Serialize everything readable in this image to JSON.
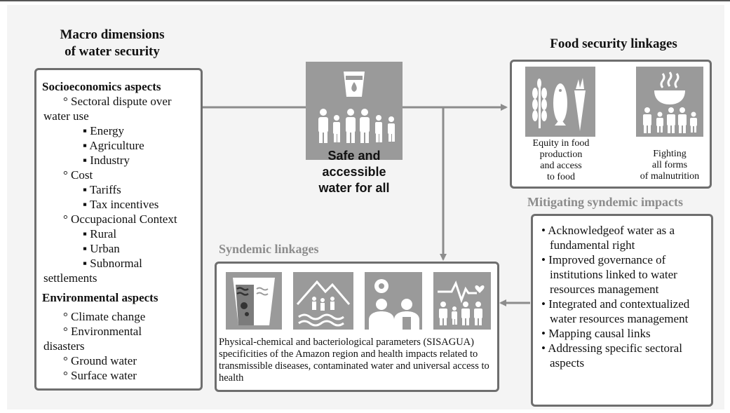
{
  "macro": {
    "heading_line1": "Macro dimensions",
    "heading_line2": "of water security",
    "socio_title": "Socioeconomics aspects",
    "socio_items": [
      {
        "text": "° Sectoral dispute over",
        "level": 1
      },
      {
        "text": "water use",
        "level": 0
      },
      {
        "text": "▪ Energy",
        "level": 2
      },
      {
        "text": "▪ Agriculture",
        "level": 2
      },
      {
        "text": "▪ Industry",
        "level": 2
      },
      {
        "text": "° Cost",
        "level": 1
      },
      {
        "text": "▪ Tariffs",
        "level": 2
      },
      {
        "text": "▪ Tax incentives",
        "level": 2
      },
      {
        "text": "° Occupacional Context",
        "level": 1
      },
      {
        "text": "▪ Rural",
        "level": 2
      },
      {
        "text": "▪ Urban",
        "level": 2
      },
      {
        "text": "▪ Subnormal",
        "level": 2
      },
      {
        "text": "settlements",
        "level": 0
      }
    ],
    "env_title": "Environmental aspects",
    "env_items": [
      {
        "text": "° Climate change",
        "level": 1
      },
      {
        "text": "° Environmental",
        "level": 1
      },
      {
        "text": "disasters",
        "level": 0
      },
      {
        "text": "° Ground water",
        "level": 1
      },
      {
        "text": "° Surface water",
        "level": 1
      }
    ]
  },
  "center": {
    "label_line1": "Safe and",
    "label_line2": "accessible",
    "label_line3": "water for all",
    "icon": "water-glass-family-icon"
  },
  "food": {
    "heading": "Food security linkages",
    "icon1": "grain-fish-carrot-icon",
    "caption1": [
      "Equity in food",
      "production",
      "and access",
      "to food"
    ],
    "icon2": "bowl-family-icon",
    "caption2": [
      "Fighting",
      "all forms",
      "of malnutrition"
    ]
  },
  "mitigating": {
    "heading": "Mitigating syndemic impacts",
    "items": [
      "• Acknowledgeof water as a fundamental right",
      "• Improved governance of institutions linked to water resources management",
      "• Integrated and contextualized water resources management",
      "• Mapping causal links",
      "• Addressing specific sectoral aspects"
    ]
  },
  "syndemic": {
    "heading": "Syndemic linkages",
    "icons": [
      "contaminated-water-icon",
      "mountain-water-people-icon",
      "biohazard-people-icon",
      "heartbeat-family-icon"
    ],
    "text": "Physical-chemical and bacteriological parameters (SISAGUA) specificities of the Amazon region and health impacts related to transmissible diseases, contaminated water and universal access to health"
  },
  "colors": {
    "tile": "#9a9a9a",
    "border": "#6e6e6e",
    "arrow": "#8c8c8c",
    "panel": "#f4f4f4"
  }
}
